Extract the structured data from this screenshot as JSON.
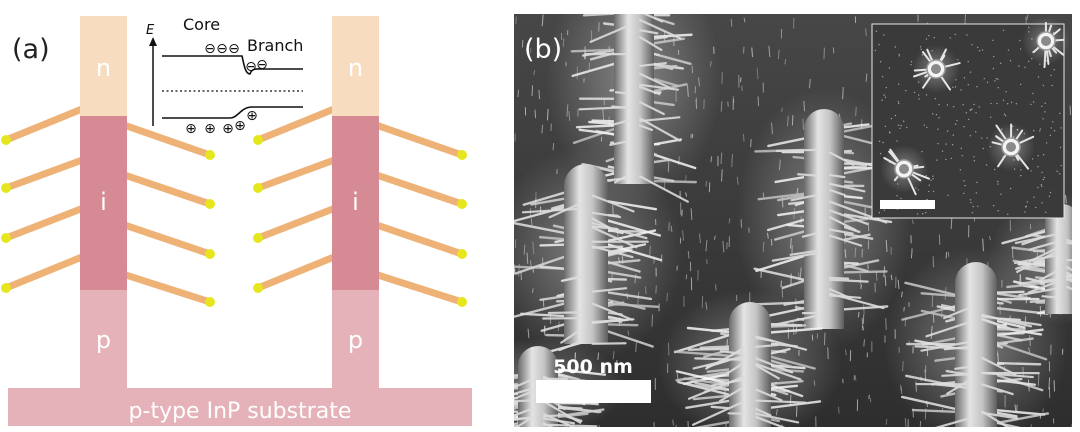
{
  "panel_a": {
    "label": "(a)",
    "segment_labels": {
      "n": "n",
      "i": "i",
      "p": "p"
    },
    "substrate_label": "p-type InP substrate",
    "colors": {
      "n": "#f8dcc0",
      "i": "#d68a94",
      "p": "#e5b2b9",
      "substrate": "#e5b2b9",
      "branch": "#eeb277",
      "branch_tip": "#e6e61e",
      "segment_text": "#ffffff"
    },
    "inset": {
      "axis_label": "E",
      "core_label": "Core",
      "branch_label": "Branch",
      "electron_symbol": "⊖",
      "hole_symbol": "⊕"
    }
  },
  "panel_b": {
    "label": "(b)",
    "scale_bar_label": "500 nm"
  }
}
